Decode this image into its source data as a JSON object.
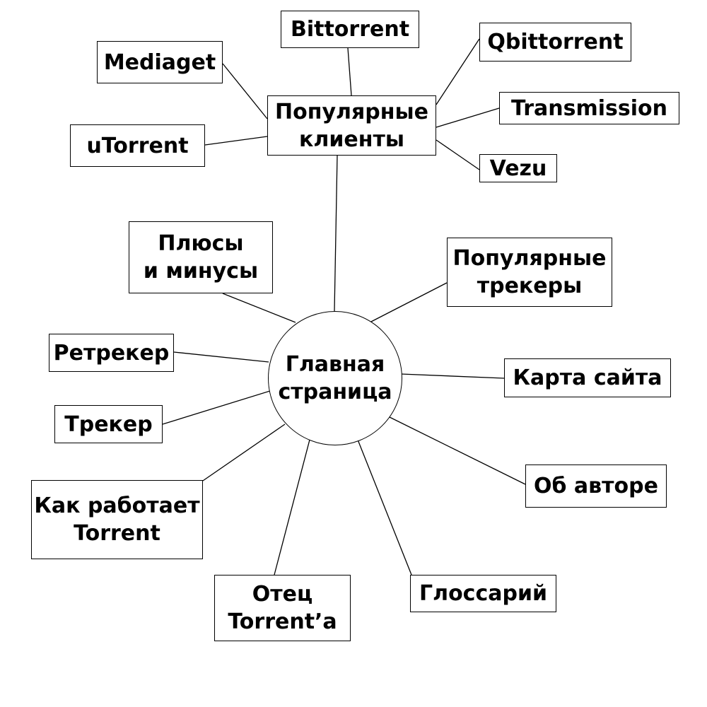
{
  "diagram": {
    "center": {
      "line1": "Главная",
      "line2": "страница"
    },
    "clients_hub": {
      "line1": "Популярные",
      "line2": "клиенты"
    },
    "clients": {
      "bittorrent": "Bittorrent",
      "qbittorrent": "Qbittorrent",
      "mediaget": "Mediaget",
      "transmission": "Transmission",
      "utorrent": "uTorrent",
      "vezu": "Vezu"
    },
    "pages": {
      "pros_cons": {
        "line1": "Плюсы",
        "line2": "и минусы"
      },
      "trackers": {
        "line1": "Популярные",
        "line2": "трекеры"
      },
      "retracker": "Ретрекер",
      "sitemap": "Карта сайта",
      "tracker": "Трекер",
      "about_author": "Об авторе",
      "how_torrent_works": {
        "line1": "Как работает",
        "line2": "Torrent"
      },
      "father_of_torrent": {
        "line1": "Отец",
        "line2": "Torrent’а"
      },
      "glossary": "Глоссарий"
    }
  }
}
